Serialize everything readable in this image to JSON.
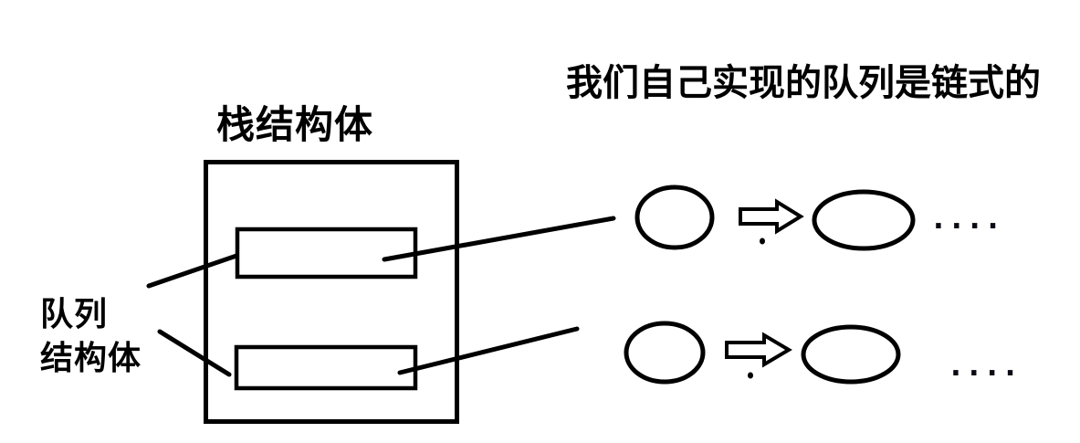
{
  "page": {
    "background_color": "#ffffff",
    "ink_color": "#000000"
  },
  "annotations": {
    "title": "我们自己实现的队列是链式的",
    "stack_struct_label": "栈结构体",
    "queue_struct_label": "队列\n结构体"
  },
  "linked_rows": [
    {
      "trailing_dots": "...."
    },
    {
      "trailing_dots": "...."
    }
  ]
}
